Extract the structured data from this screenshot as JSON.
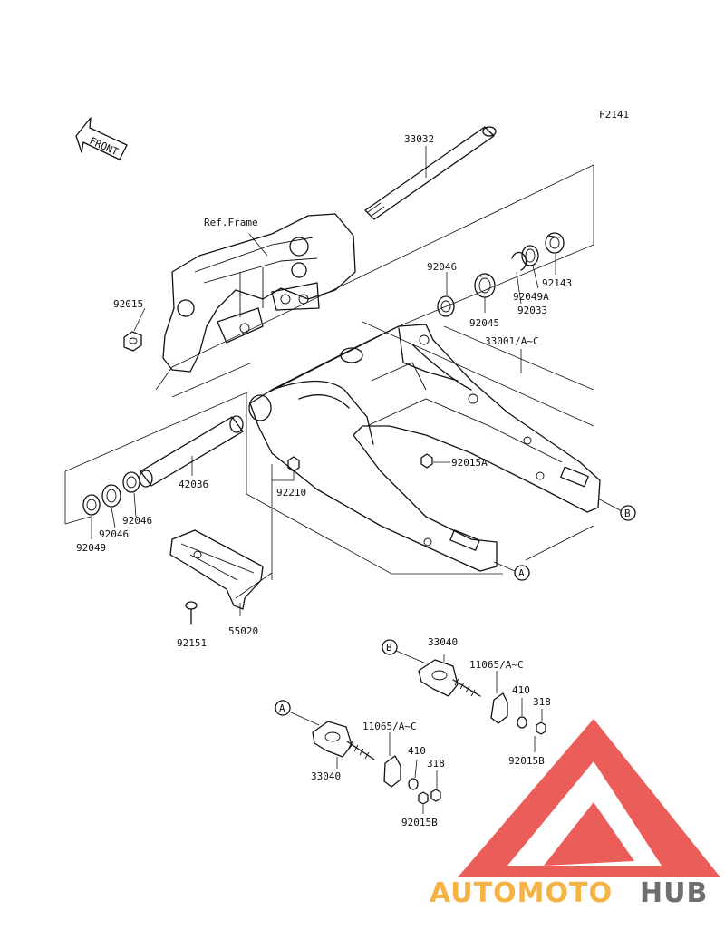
{
  "figure_code": "F2141",
  "front_arrow": {
    "label": "FRONT",
    "icon": "front-arrow-icon"
  },
  "ref_frame_label": "Ref.Frame",
  "parts": {
    "p33032": "33032",
    "p92015": "92015",
    "p92046_top": "92046",
    "p92143": "92143",
    "p92049A": "92049A",
    "p92033": "92033",
    "p92045": "92045",
    "p33001": "33001/A~C",
    "p92015A": "92015A",
    "p42036": "42036",
    "p92210": "92210",
    "p92046_left": "92046",
    "p92046_left2": "92046",
    "p92049": "92049",
    "p55020": "55020",
    "p92151": "92151",
    "p33040_b": "33040",
    "p11065_b": "11065/A~C",
    "p410_b": "410",
    "p318_b": "318",
    "p92015B_b": "92015B",
    "p11065_a": "11065/A~C",
    "p410_a": "410",
    "p318_a": "318",
    "p33040_a": "33040",
    "p92015B_a": "92015B"
  },
  "callouts": {
    "A": "A",
    "B": "B"
  },
  "watermark": {
    "part1": "AUTOMOTO",
    "part2": "HUB",
    "color1": "#f5a623",
    "color2": "#555555",
    "logo_color": "#e8413c"
  }
}
